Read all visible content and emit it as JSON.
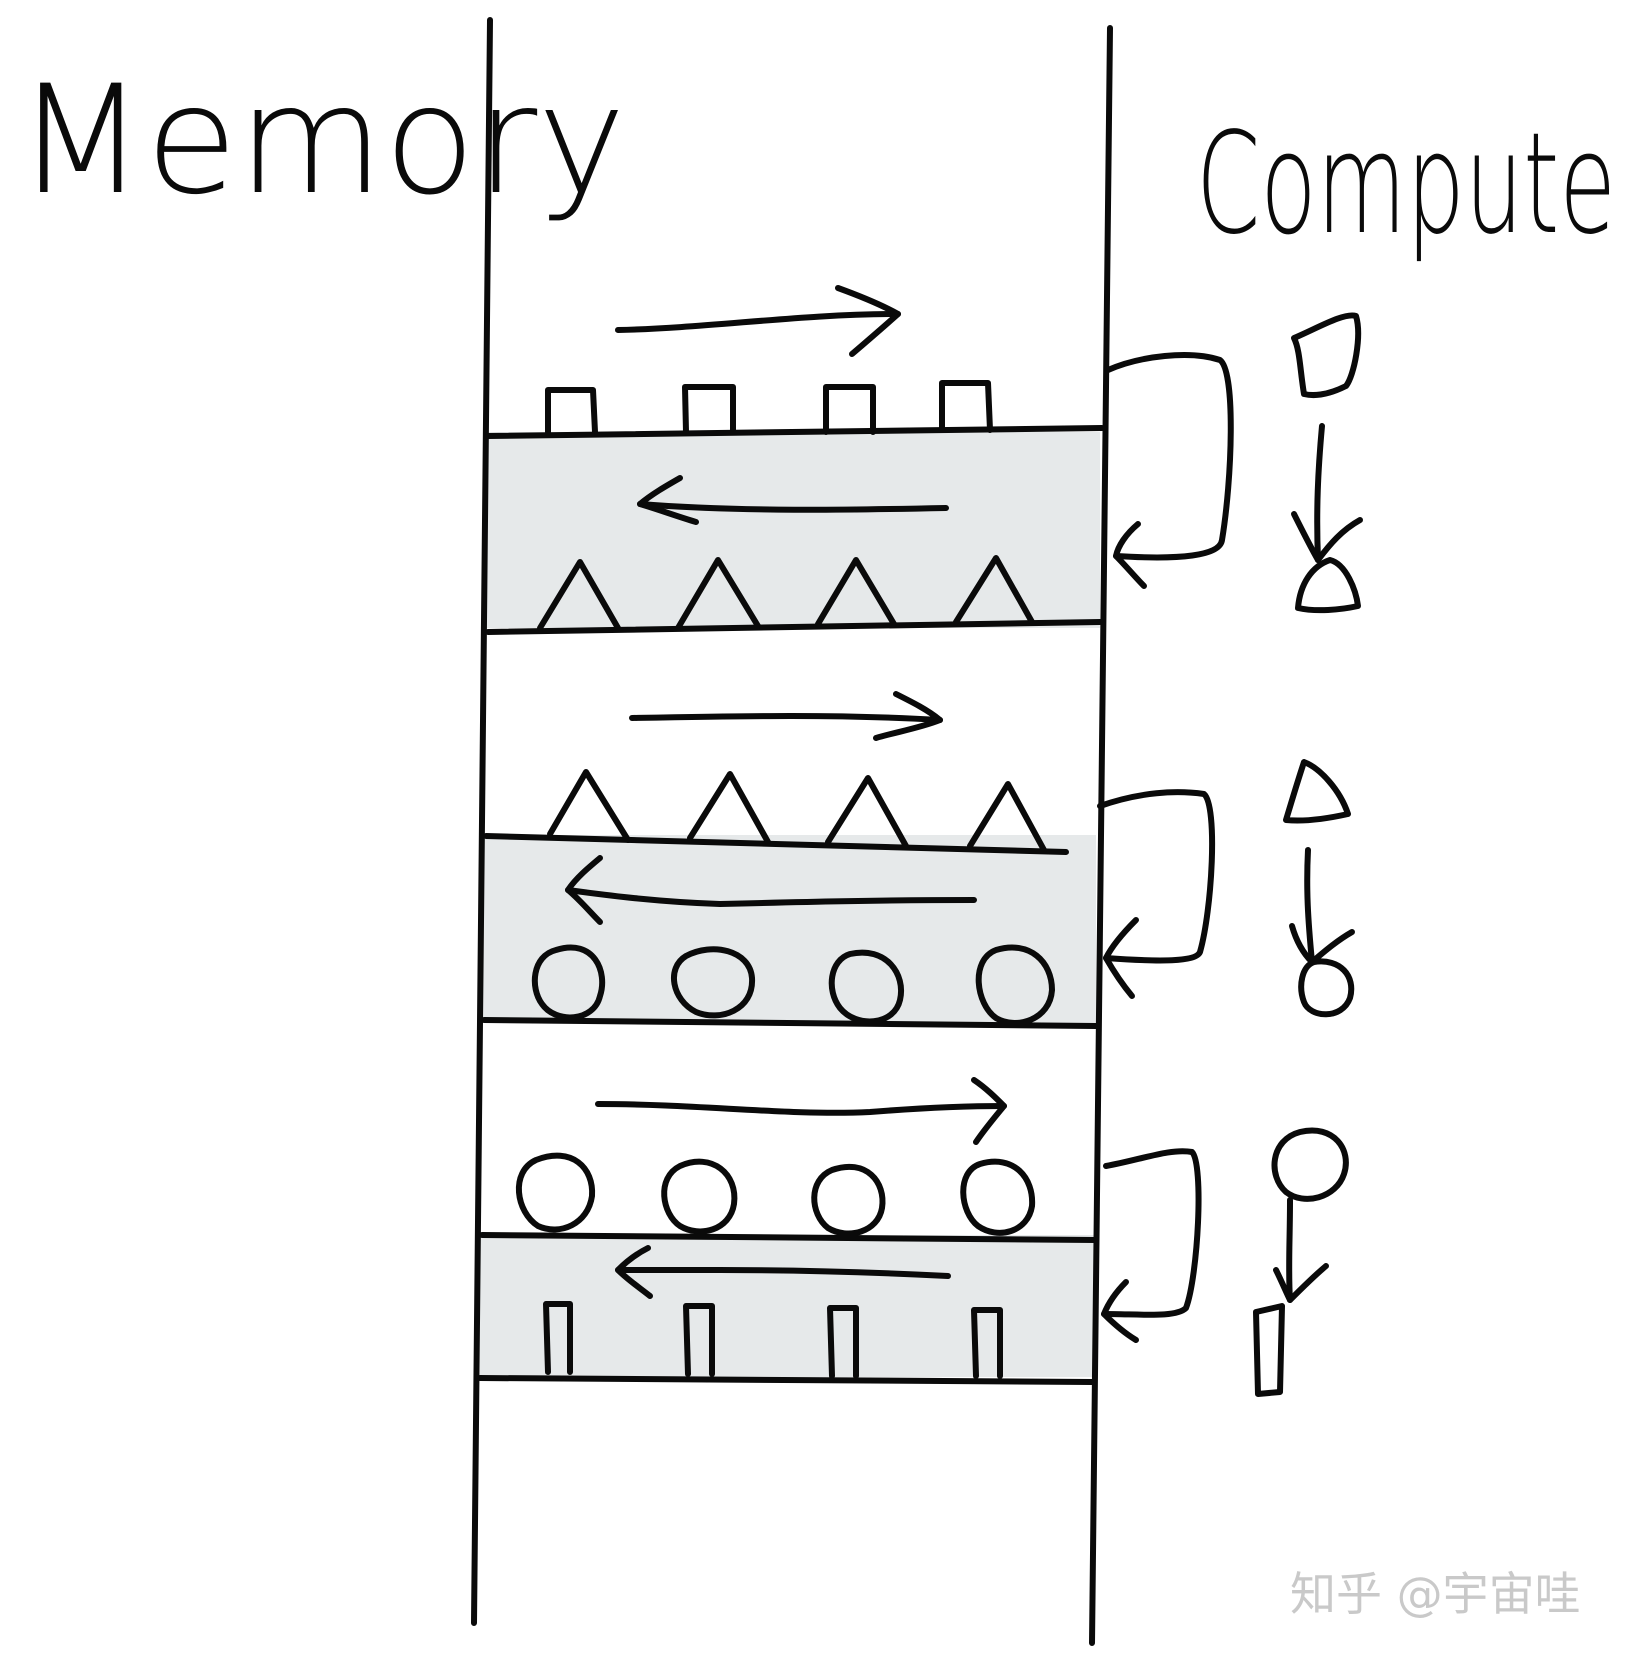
{
  "labels": {
    "memory": "Memory",
    "compute": "Compute"
  },
  "watermark": "知乎 @宇宙哇",
  "stages": [
    {
      "top_items": "rectangle",
      "bottom_items": "triangle",
      "top_arrow": "right",
      "bottom_arrow": "left",
      "compute_from": "rectangle",
      "compute_to": "triangle"
    },
    {
      "top_items": "triangle",
      "bottom_items": "circle",
      "top_arrow": "right",
      "bottom_arrow": "left",
      "compute_from": "triangle",
      "compute_to": "circle"
    },
    {
      "top_items": "circle",
      "bottom_items": "bar",
      "top_arrow": "right",
      "bottom_arrow": "left",
      "compute_from": "circle",
      "compute_to": "bar"
    }
  ],
  "colors": {
    "ink": "#0a0a0a",
    "shade": "#e6e9ea",
    "watermark": "#c9c9c9"
  }
}
